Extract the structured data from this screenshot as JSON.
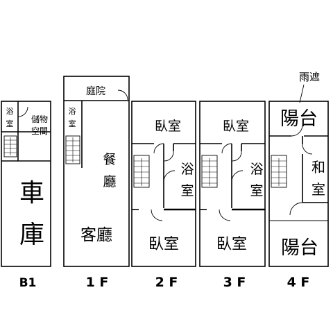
{
  "floors": {
    "b1": {
      "label": "B1",
      "rooms": {
        "bath": "浴室",
        "storage": "儲物空間",
        "garage": "車庫"
      }
    },
    "f1": {
      "label": "1 F",
      "rooms": {
        "courtyard": "庭院",
        "bath": "浴室",
        "dining": "餐廳",
        "living": "客廳"
      }
    },
    "f2": {
      "label": "2 F",
      "rooms": {
        "bedroom_top": "臥室",
        "bath": "浴室",
        "bedroom_bottom": "臥室"
      }
    },
    "f3": {
      "label": "3 F",
      "rooms": {
        "bedroom_top": "臥室",
        "bath": "浴室",
        "bedroom_bottom": "臥室"
      }
    },
    "f4": {
      "label": "4 F",
      "rooms": {
        "canopy": "雨遮",
        "balcony_top": "陽台",
        "japanese_room": "和室",
        "balcony_bottom": "陽台"
      }
    }
  }
}
